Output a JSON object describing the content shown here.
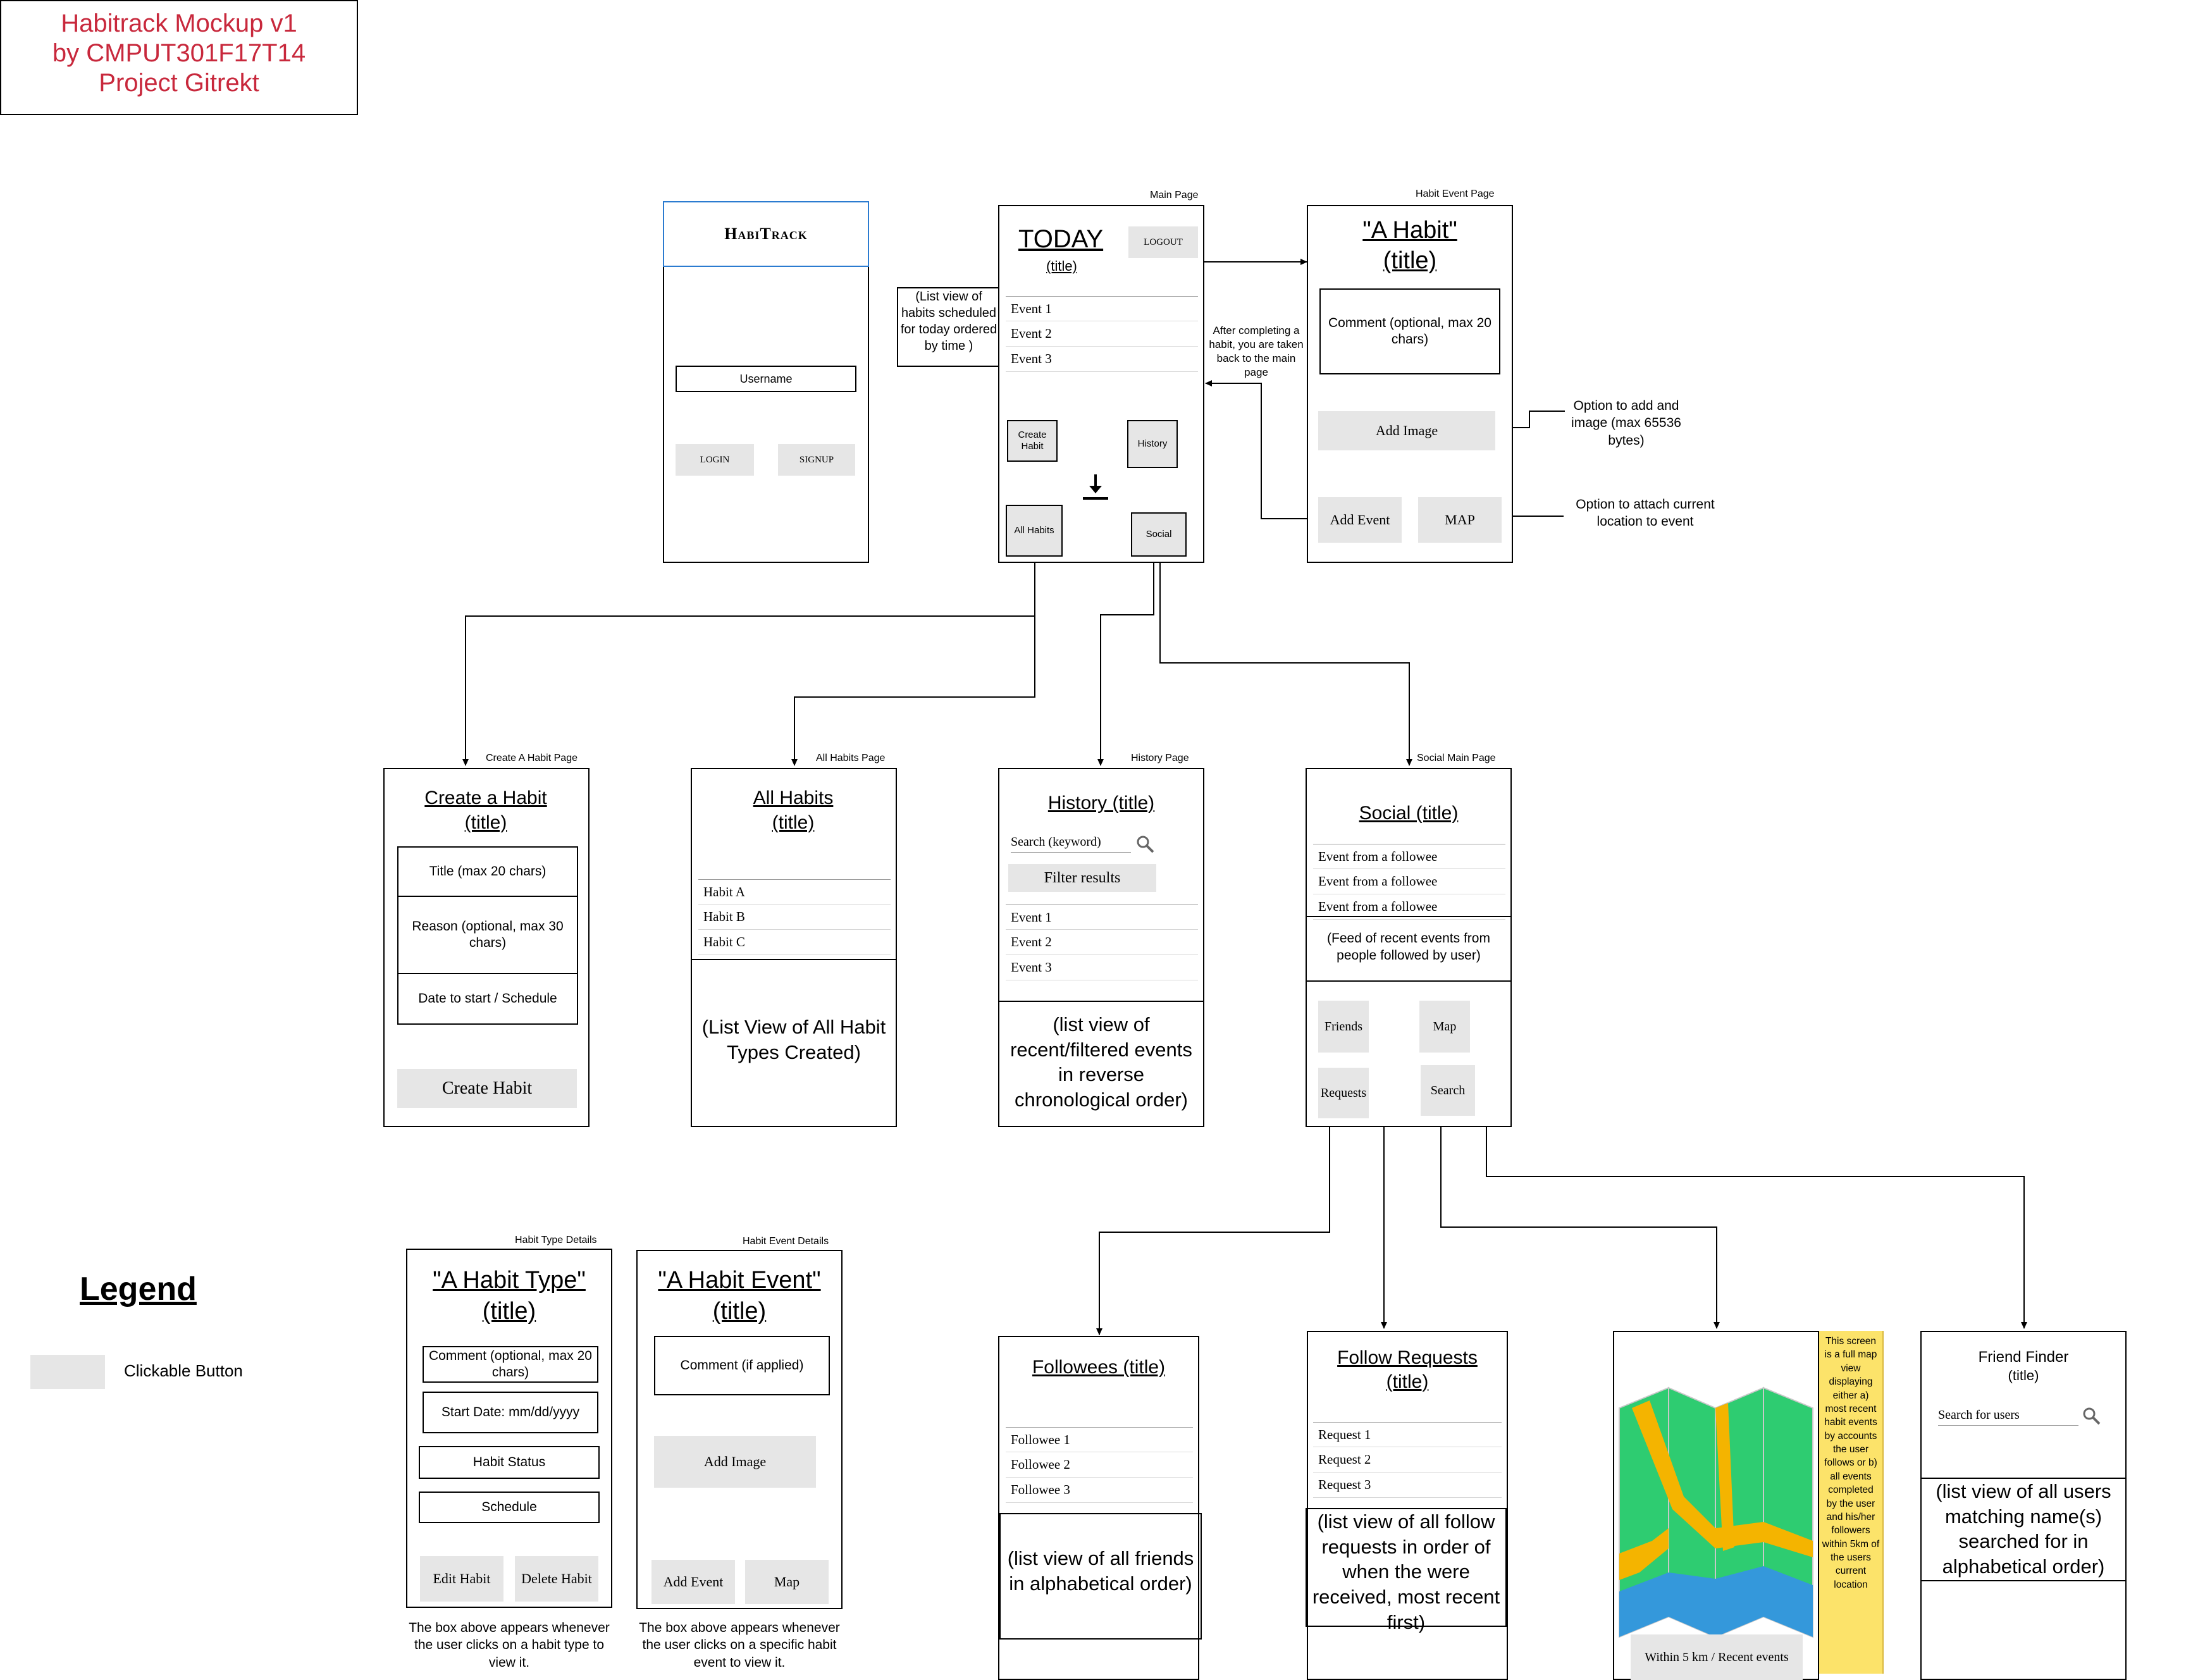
{
  "title_box": {
    "text": "Habitrack Mockup v1\nby CMPUT301F17T14\nProject Gitrekt"
  },
  "login": {
    "logo": "HabiTrack",
    "username_label": "Username",
    "login_button": "LOGIN",
    "signup_button": "SIGNUP"
  },
  "main": {
    "page_label": "Main Page",
    "heading": "TODAY",
    "subtitle": "(title)",
    "logout_button": "LOGOUT",
    "events": [
      "Event 1",
      "Event 2",
      "Event 3"
    ],
    "create_habit_button": "Create Habit",
    "history_button": "History",
    "all_habits_button": "All Habits",
    "social_button": "Social",
    "list_note": "(List view of habits scheduled for today ordered by time )",
    "after_note": "After completing a habit, you are taken back to the main page"
  },
  "habit_event": {
    "page_label": "Habit Event Page",
    "heading": "\"A Habit\"",
    "subtitle": "(title)",
    "comment_field": "Comment (optional, max 20 chars)",
    "add_image_button": "Add Image",
    "add_event_button": "Add Event",
    "map_button": "MAP",
    "image_note": "Option to add and image (max 65536 bytes)",
    "location_note": "Option to attach current location to event"
  },
  "create_habit": {
    "page_label": "Create A Habit Page",
    "heading": "Create a Habit (title)",
    "title_field": "Title (max 20 chars)",
    "reason_field": "Reason (optional, max 30 chars)",
    "date_field": "Date to start / Schedule",
    "create_button": "Create Habit"
  },
  "all_habits": {
    "page_label": "All Habits Page",
    "heading": "All Habits (title)",
    "items": [
      "Habit A",
      "Habit B",
      "Habit C"
    ],
    "note": "(List View of All Habit Types Created)"
  },
  "history": {
    "page_label": "History Page",
    "heading": "History (title)",
    "search_placeholder": "Search (keyword)",
    "filter_button": "Filter results",
    "events": [
      "Event 1",
      "Event 2",
      "Event 3"
    ],
    "note": "(list view of recent/filtered events in reverse chronological order)"
  },
  "social": {
    "page_label": "Social Main Page",
    "heading": "Social (title)",
    "feed": [
      "Event from a followee",
      "Event from a followee",
      "Event from a followee"
    ],
    "feed_note": "(Feed of recent events from people followed by user)",
    "friends_button": "Friends",
    "map_button": "Map",
    "requests_button": "Requests",
    "search_button": "Search"
  },
  "habit_type_details": {
    "page_label": "Habit Type Details",
    "heading": "\"A Habit Type\" (title)",
    "comment_field": "Comment (optional, max 20 chars)",
    "start_date_field": "Start Date: mm/dd/yyyy",
    "status_field": "Habit Status",
    "schedule_field": "Schedule",
    "edit_button": "Edit Habit",
    "delete_button": "Delete Habit",
    "note": "The box above appears whenever the user clicks on a habit type to view it."
  },
  "habit_event_details": {
    "page_label": "Habit Event Details",
    "heading": "\"A Habit Event\" (title)",
    "comment_field": "Comment (if applied)",
    "add_image_button": "Add Image",
    "add_event_button": "Add Event",
    "map_button": "Map",
    "note": "The box above appears whenever the user clicks on a specific habit event to view it."
  },
  "legend": {
    "title": "Legend",
    "item_label": "Clickable Button"
  },
  "followees": {
    "heading": "Followees (title)",
    "items": [
      "Followee 1",
      "Followee 2",
      "Followee 3"
    ],
    "note": "(list view of all friends in alphabetical order)"
  },
  "follow_requests": {
    "heading": "Follow Requests (title)",
    "items": [
      "Request 1",
      "Request 2",
      "Request 3"
    ],
    "note": "(list view of all follow requests in order of when the were received, most recent first)"
  },
  "map_screen": {
    "within_button": "Within 5 km / Recent events",
    "sticky_note": "This screen is a full map view displaying either a) most recent habit events by accounts the user follows or b) all events completed by the user and his/her followers within 5km of the users current location"
  },
  "friend_finder": {
    "heading": "Friend Finder",
    "subtitle": "(title)",
    "search_placeholder": "Search for users",
    "note": "(list view of all users matching name(s) searched for in alphabetical order)"
  },
  "colors": {
    "accent_red": "#c8283c",
    "button_gray": "#e6e6e6",
    "sticky_yellow": "#fce36a",
    "login_border_blue": "#2b7bd0"
  }
}
